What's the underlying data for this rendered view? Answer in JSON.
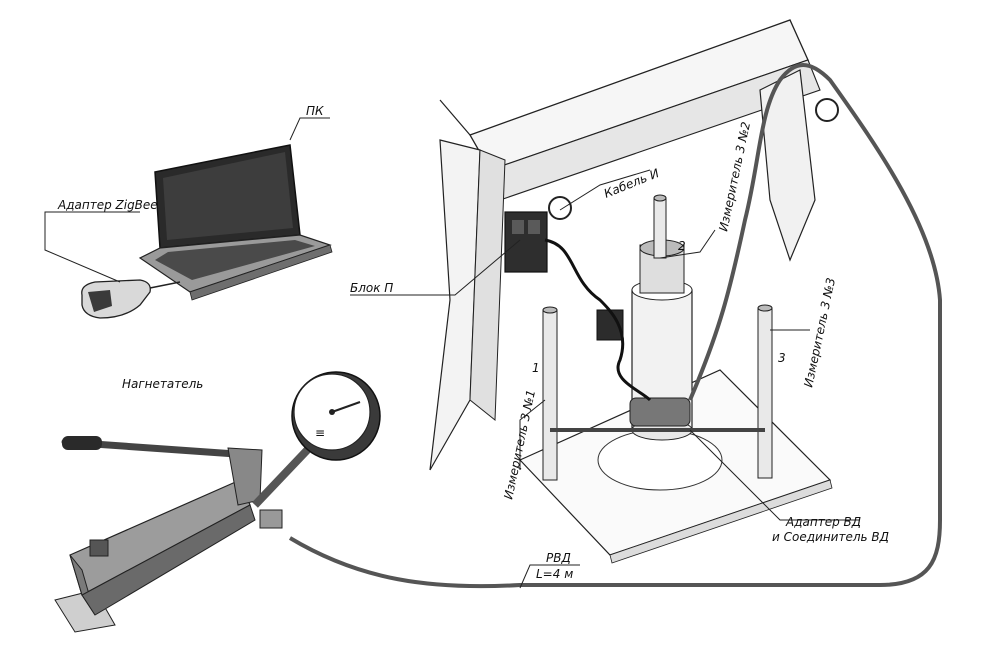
{
  "labels": {
    "pc": "ПК",
    "zigbee_adapter": "Адаптер ZigBee",
    "block_p": "Блок П",
    "cable_i": "Кабель И",
    "pump": "Нагнетатель",
    "meter2": "Измеритель 3 №2",
    "meter3": "Измеритель 3 №3",
    "meter1": "Измеритель 3 №1",
    "adapter_vd_line1": "Адаптер ВД",
    "adapter_vd_line2": "и Соединитель ВД",
    "hose": "РВД",
    "hose_length": "L=4 м"
  },
  "meter_numbers": {
    "n1": "1",
    "n2": "2",
    "n3": "3"
  },
  "colors": {
    "hose": "#555555",
    "cable": "#111111",
    "outline": "#222222",
    "background": "#ffffff"
  }
}
